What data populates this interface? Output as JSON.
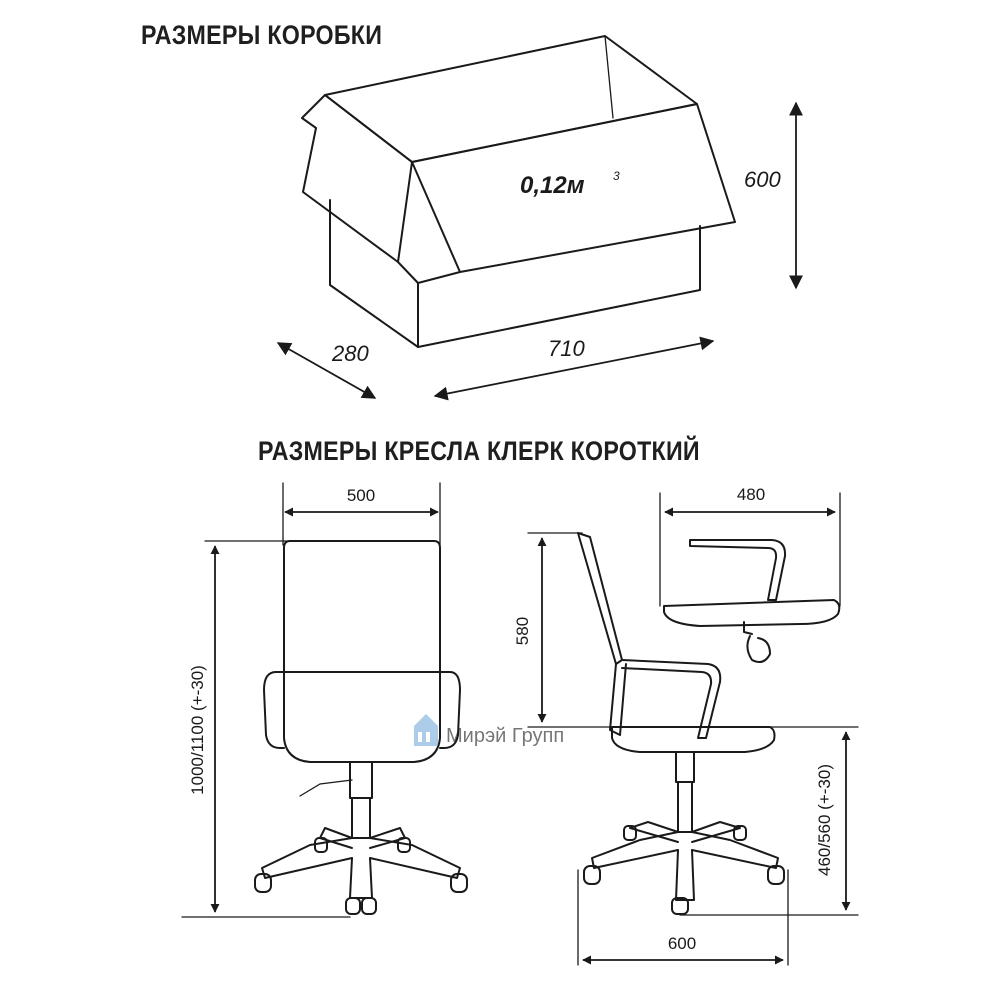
{
  "box_section": {
    "title": "РАЗМЕРЫ КОРОБКИ",
    "volume": "0,12м",
    "volume_superscript": "3",
    "height": "600",
    "depth": "280",
    "width": "710"
  },
  "chair_section": {
    "title": "РАЗМЕРЫ КРЕСЛА КЛЕРК КОРОТКИЙ",
    "front_width": "500",
    "total_height": "1000/1100 (+-30)",
    "seat_depth": "480",
    "back_height": "580",
    "seat_height": "460/560 (+-30)",
    "base_diameter": "600"
  },
  "watermark": "Мирэй Групп",
  "colors": {
    "line": "#1a1a1a",
    "watermark": "#6aa3d8"
  }
}
